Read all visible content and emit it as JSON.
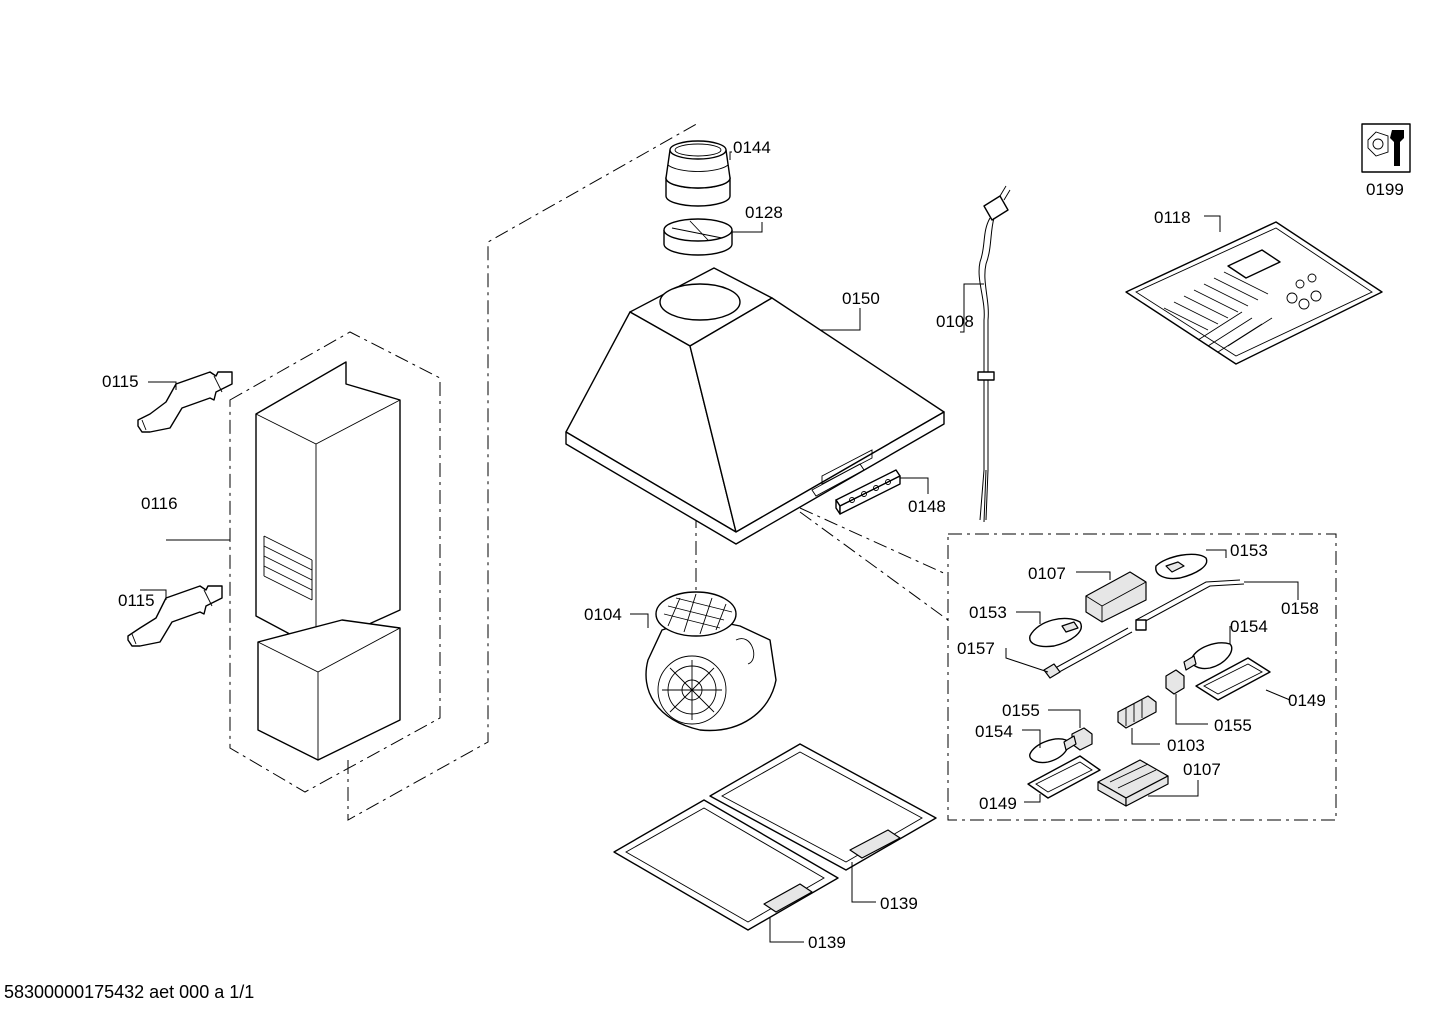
{
  "diagram": {
    "labels": {
      "p0144": "0144",
      "p0128": "0128",
      "p0150": "0150",
      "p0148": "0148",
      "p0108": "0108",
      "p0118": "0118",
      "p0199": "0199",
      "p0115a": "0115",
      "p0115b": "0115",
      "p0116": "0116",
      "p0104": "0104",
      "p0139a": "0139",
      "p0139b": "0139",
      "p0153a": "0153",
      "p0107a": "0107",
      "p0158": "0158",
      "p0153b": "0153",
      "p0157": "0157",
      "p0154a": "0154",
      "p0149a": "0149",
      "p0155a": "0155",
      "p0155b": "0155",
      "p0154b": "0154",
      "p0103": "0103",
      "p0107b": "0107",
      "p0149b": "0149"
    },
    "footer": "58300000175432 aet 000 a 1/1",
    "icons": [
      "tools-icon"
    ]
  }
}
